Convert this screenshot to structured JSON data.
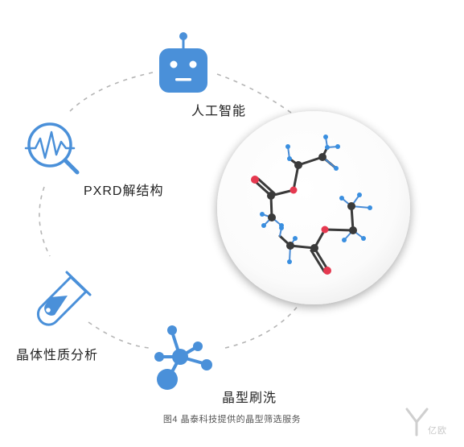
{
  "nodes": {
    "ai": {
      "label": "人工智能",
      "icon": "robot-icon"
    },
    "pxrd": {
      "label": "PXRD解结构",
      "icon": "magnifier-chart-icon"
    },
    "solid": {
      "label": "晶体性质分析",
      "icon": "test-tube-icon"
    },
    "screen": {
      "label": "晶型刷洗",
      "icon": "molecule-network-icon"
    },
    "center": {
      "icon": "molecule-structure-icon"
    }
  },
  "caption": "图4  晶泰科技提供的晶型筛选服务",
  "watermark": {
    "text": "亿欧",
    "icon": "yiou-logo-icon"
  },
  "colors": {
    "accent": "#4a90d9",
    "bond": "#3a3a3a",
    "oxygen": "#e53950",
    "hydrogen": "#3a8fe0",
    "dash": "#b5b5b5"
  }
}
